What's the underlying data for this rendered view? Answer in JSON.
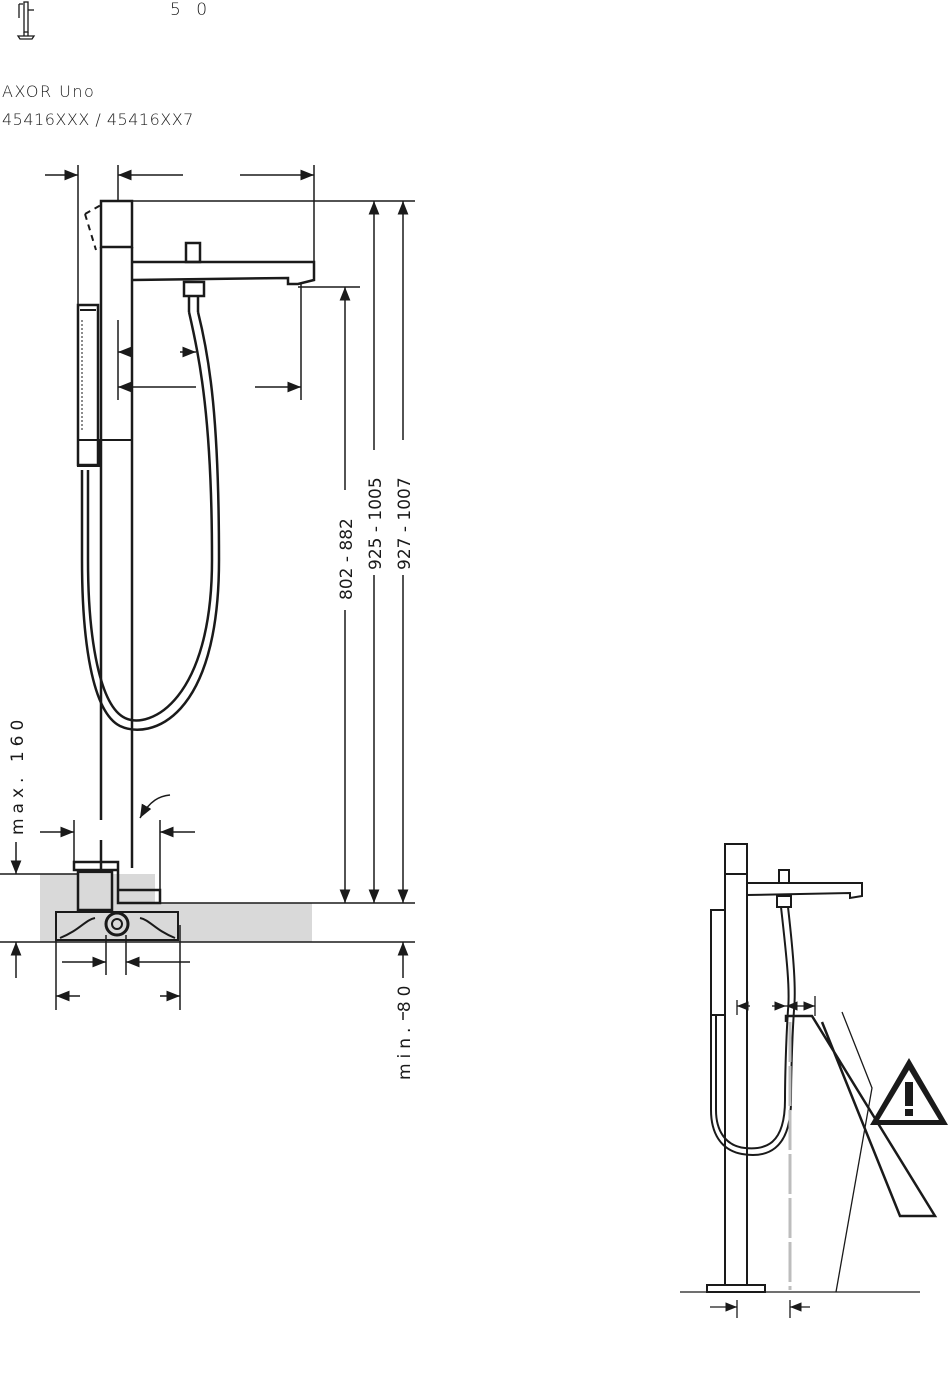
{
  "header": {
    "page_number": "5 0",
    "brand": "AXOR Uno",
    "article_numbers": "45416XXX / 45416XX7"
  },
  "icons": {
    "product": "freestanding-mixer-icon",
    "warning": "warning-triangle-icon"
  },
  "dimensions": {
    "spout_height": "802 - 882",
    "mid_height": "925 - 1005",
    "total_height": "927 - 1007",
    "max_floor": "max. 160",
    "min_floor": "min. 80"
  },
  "colors": {
    "line": "#1a1a1a",
    "floor_fill": "#d9d9d9",
    "warning": "#1a1a1a"
  }
}
